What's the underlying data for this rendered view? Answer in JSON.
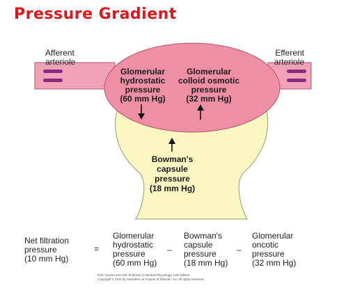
{
  "title": "Pressure Gradient",
  "labels": {
    "afferent": [
      "Afferent",
      "arteriole"
    ],
    "efferent": [
      "Efferent",
      "arteriole"
    ],
    "glomerular_hydrostatic": [
      "Glomerular",
      "hydrostatic",
      "pressure",
      "(60 mm Hg)"
    ],
    "glomerular_colloid_osmotic": [
      "Glomerular",
      "colloid osmotic",
      "pressure",
      "(32 mm Hg)"
    ],
    "bowmans_capsule": [
      "Bowman's",
      "capsule",
      "pressure",
      "(18 mm Hg)"
    ]
  },
  "equation": {
    "net": [
      "Net filtration",
      "pressure",
      "(10 mm Hg)"
    ],
    "equals": "=",
    "term1": [
      "Glomerular",
      "hydrostatic",
      "pressure",
      "(60 mm Hg)"
    ],
    "minus1": "_",
    "term2": [
      "Bowman's",
      "capsule",
      "pressure",
      "(18 mm Hg)"
    ],
    "minus2": "_",
    "term3": [
      "Glomerular",
      "oncotic",
      "pressure",
      "(32 mm Hg)"
    ]
  },
  "credit": [
    "Hall: Guyton and Hall Textbook of Medical Physiology, 12th Edition",
    "Copyright © 2011 by Saunders, an imprint of Elsevier, Inc. All rights reserved."
  ],
  "colors": {
    "title": "#e0161b",
    "vessel": "#f0a3b6",
    "vessel_stroke": "#b5566f",
    "glomerulus": "#ef8fa6",
    "capsule": "#fbf7c2",
    "capsule_stroke": "#9a9a70",
    "stripe": "#8a2a82"
  }
}
